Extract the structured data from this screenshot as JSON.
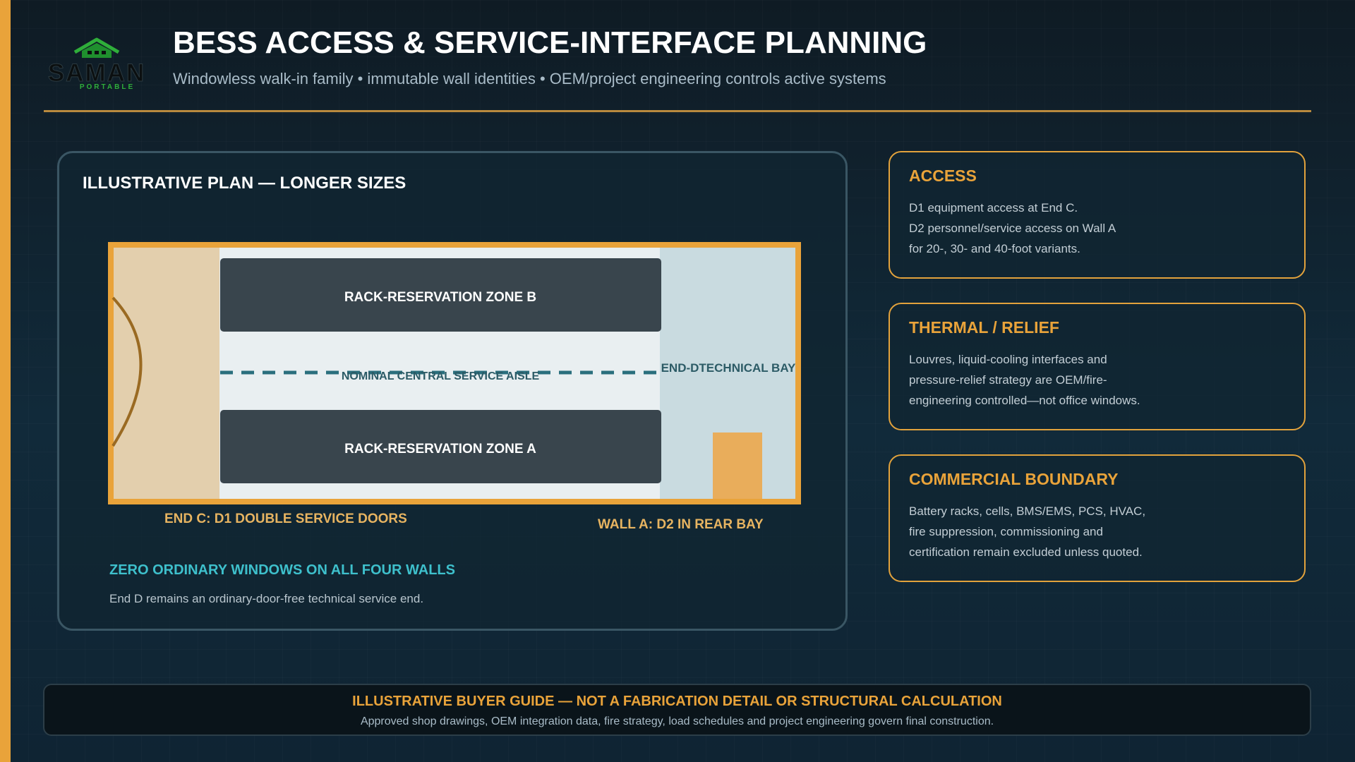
{
  "header": {
    "title": "BESS ACCESS & SERVICE-INTERFACE PLANNING",
    "subtitle": "Windowless walk-in family • immutable wall identities • OEM/project engineering controls active systems",
    "logo": {
      "name": "SAMAN",
      "tagline": "PORTABLE",
      "icon": "house-logo-icon"
    }
  },
  "plan": {
    "heading": "ILLUSTRATIVE PLAN — LONGER SIZES",
    "zone_b": "RACK-RESERVATION ZONE B",
    "zone_a": "RACK-RESERVATION ZONE A",
    "aisle_label": "NOMINAL CENTRAL SERVICE AISLE",
    "end_d_label": "END-DTECHNICAL BAY",
    "end_c_label": "END C: D1 DOUBLE SERVICE DOORS",
    "wall_a_label": "WALL A: D2 IN REAR BAY",
    "windows_heading": "ZERO ORDINARY WINDOWS ON ALL FOUR WALLS",
    "windows_note": "End D remains an ordinary-door-free technical service end."
  },
  "cards": [
    {
      "title": "ACCESS",
      "lines": [
        "D1 equipment access at End C.",
        "D2 personnel/service access on Wall A",
        "for 20-, 30- and 40-foot variants."
      ]
    },
    {
      "title": "THERMAL / RELIEF",
      "lines": [
        "Louvres, liquid-cooling interfaces and",
        "pressure-relief strategy are OEM/fire-",
        "engineering controlled—not office windows."
      ]
    },
    {
      "title": "COMMERCIAL BOUNDARY",
      "lines": [
        "Battery racks, cells, BMS/EMS, PCS, HVAC,",
        "fire suppression, commissioning and",
        "certification remain excluded unless quoted."
      ]
    }
  ],
  "footer": {
    "title": "ILLUSTRATIVE BUYER GUIDE — NOT A FABRICATION DETAIL OR STRUCTURAL CALCULATION",
    "note": "Approved shop drawings, OEM integration data, fire strategy, load schedules and project engineering govern final construction."
  },
  "colors": {
    "accent": "#e9a33a",
    "background": "#112a3a",
    "panel_border": "#3a5664",
    "aisle_dash": "#2a6f7d",
    "window_heading": "#3ec0cc",
    "zone_fill": "#39454d"
  }
}
